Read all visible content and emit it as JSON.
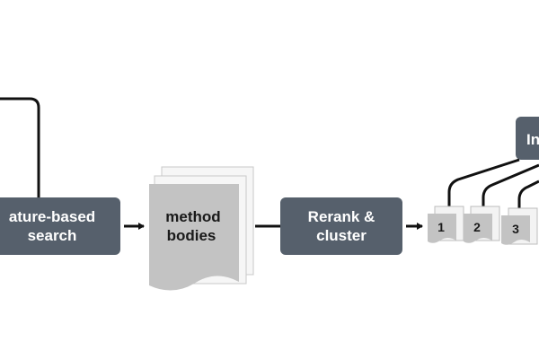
{
  "diagram": {
    "colors": {
      "box_fill": "#56606c",
      "box_text": "#ffffff",
      "line": "#111111",
      "doc_fill": "#c3c3c3",
      "doc_back": "#f3f3f3",
      "doc_outline": "#bdbdbd",
      "background": "#ffffff"
    },
    "feature_search": {
      "line1": "ature-based",
      "line2": "search"
    },
    "method_bodies": {
      "line1": "method",
      "line2": "bodies"
    },
    "rerank": {
      "line1": "Rerank &",
      "line2": "cluster"
    },
    "clusters": [
      {
        "label": "1"
      },
      {
        "label": "2"
      },
      {
        "label": "3"
      }
    ],
    "top_right_box": {
      "label": "In"
    }
  }
}
